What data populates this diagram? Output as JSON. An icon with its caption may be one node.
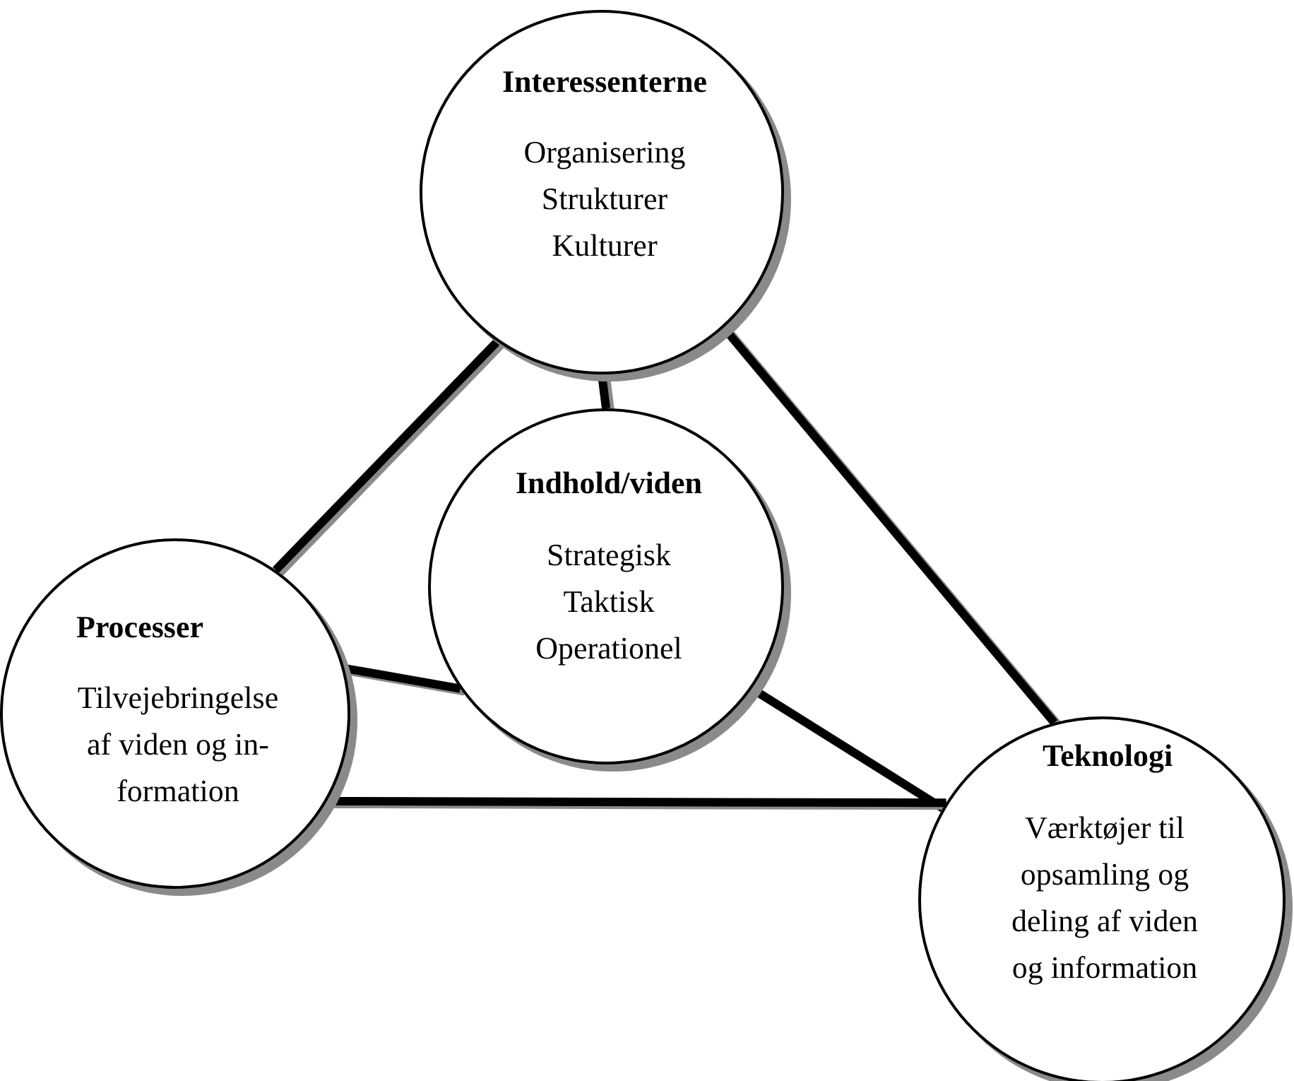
{
  "diagram": {
    "nodes": [
      {
        "text": [
          "Interessenterne",
          "Organisering Strukturer Kulturer"
        ]
      },
      {
        "text": [
          "Indhold/viden",
          "Strategisk Taktisk Operationel"
        ]
      },
      {
        "text": [
          "Processer",
          "Tilvejebringelse af viden og in-formation"
        ]
      },
      {
        "text": [
          "Teknologi",
          "Værktøjer til opsamling og deling af viden og information"
        ]
      }
    ],
    "edges": [
      {
        "from": 0,
        "to": 2,
        "arrow": "none"
      },
      {
        "from": 0,
        "to": 3,
        "arrow": "none"
      },
      {
        "from": 0,
        "to": 1,
        "arrow": "none"
      },
      {
        "from": 1,
        "to": 2,
        "arrow": "none"
      },
      {
        "from": 1,
        "to": 3,
        "arrow": "none"
      },
      {
        "from": 2,
        "to": 3,
        "arrow": "none"
      }
    ]
  }
}
